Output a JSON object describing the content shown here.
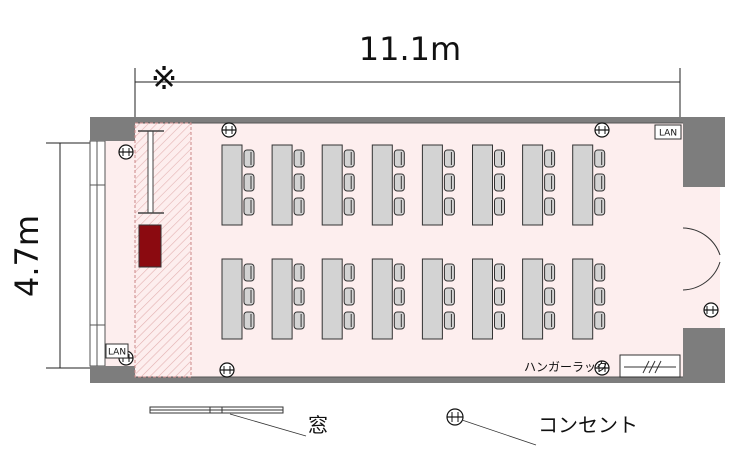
{
  "dimensions": {
    "width_label": "11.1m",
    "height_label": "4.7m",
    "note_mark": "※"
  },
  "room": {
    "lan_label_right": "LAN",
    "lan_label_left": "LAN",
    "hanger_rack_label": "ハンガーラック",
    "desk_rows": 2,
    "desk_columns": 8,
    "seats_per_desk": 3
  },
  "legend": {
    "window_label": "窓",
    "outlet_label": "コンセント"
  },
  "colors": {
    "floor": "#fdeeee",
    "wall": "#7a7a7a",
    "desk": "#d3d3d3",
    "podium": "#8b0a10",
    "hatch": "#e5b5b5"
  }
}
